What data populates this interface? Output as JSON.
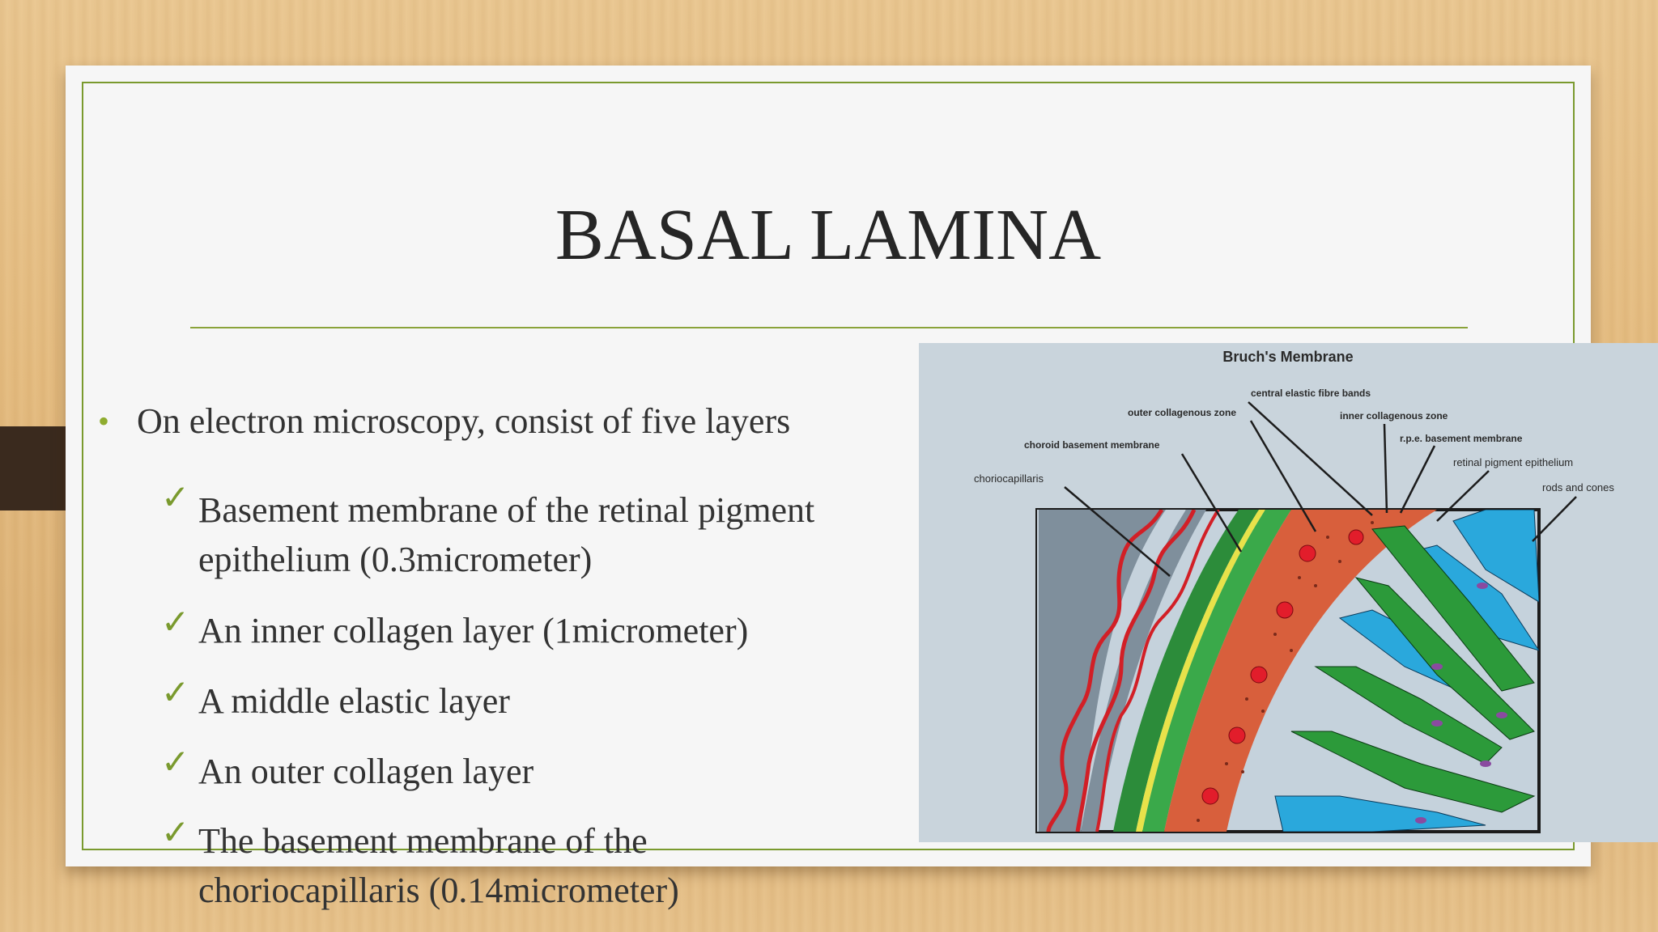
{
  "slide": {
    "title": "BASAL LAMINA",
    "main_bullet": "On electron microscopy, consist of  five layers",
    "sub_bullets": [
      {
        "lines": [
          "Basement membrane of  the retinal pigment",
          "epithelium (0.3micrometer)"
        ]
      },
      {
        "lines": [
          "An inner collagen layer (1micrometer)"
        ]
      },
      {
        "lines": [
          "A middle elastic layer"
        ]
      },
      {
        "lines": [
          "An outer collagen layer"
        ]
      },
      {
        "lines": [
          "The basement membrane of  the",
          "choriocapillaris (0.14micrometer)"
        ]
      }
    ],
    "check_glyph": "✓",
    "bullet_glyph": "•"
  },
  "figure": {
    "title": "Bruch's Membrane",
    "labels": {
      "central_elastic": "central elastic fibre bands",
      "outer_collagenous": "outer collagenous zone",
      "inner_collagenous": "inner collagenous zone",
      "choroid_bm": "choroid basement membrane",
      "rpe_bm": "r.p.e. basement membrane",
      "rpe": "retinal pigment epithelium",
      "choriocapillaris": "choriocapillaris",
      "rods_cones": "rods and cones"
    }
  },
  "colors": {
    "accent_green": "#7a9a2e",
    "title_text": "#262626",
    "body_text": "#333333",
    "figure_bg": "#c9d4dc"
  }
}
